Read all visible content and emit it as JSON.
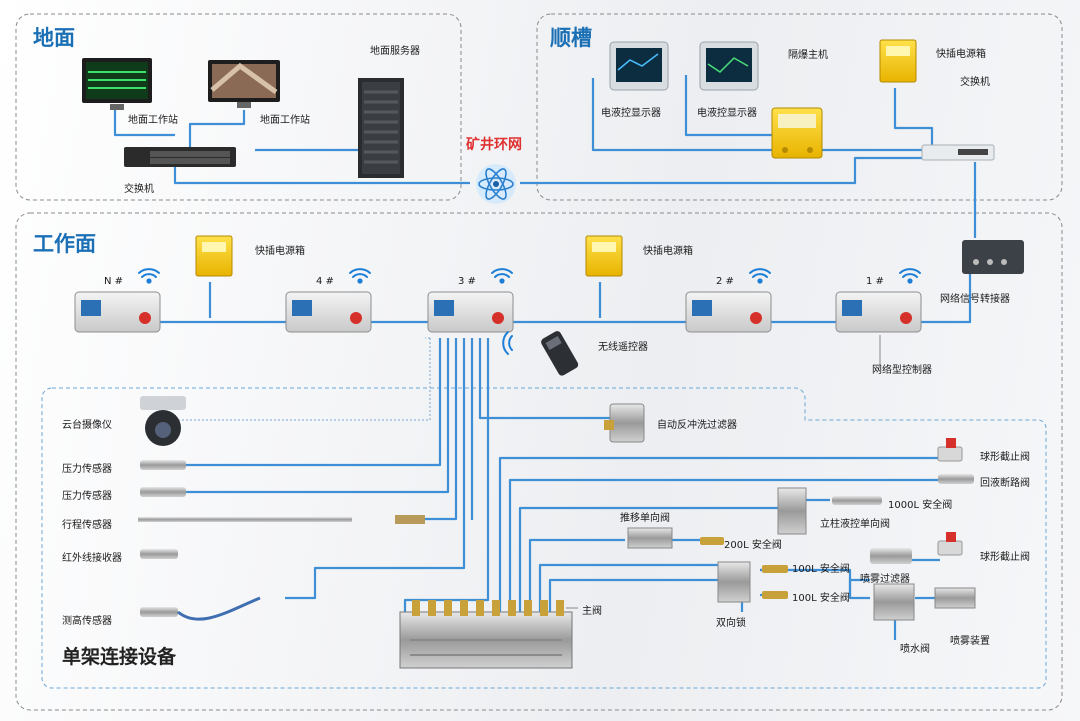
{
  "sections": {
    "ground": "地面",
    "trough": "顺槽",
    "face": "工作面",
    "single_support": "单架连接设备"
  },
  "ring_network": "矿井环网",
  "ground": {
    "workstation_1": "地面工作站",
    "workstation_2": "地面工作站",
    "switch": "交换机",
    "server": "地面服务器"
  },
  "trough": {
    "display_1": "电液控显示器",
    "display_2": "电液控显示器",
    "explosion_proof_host": "隔爆主机",
    "power_box": "快插电源箱",
    "switch": "交换机"
  },
  "face": {
    "power_box_1": "快插电源箱",
    "power_box_2": "快插电源箱",
    "controllers": [
      "N #",
      "4 #",
      "3 #",
      "2 #",
      "1 #"
    ],
    "remote": "无线遥控器",
    "signal_converter": "网络信号转接器",
    "network_controller": "网络型控制器"
  },
  "devices": {
    "ptz_camera": "云台摄像仪",
    "pressure_sensor_1": "压力传感器",
    "pressure_sensor_2": "压力传感器",
    "stroke_sensor": "行程传感器",
    "ir_receiver": "红外线接收器",
    "height_sensor": "测高传感器",
    "auto_backwash_filter": "自动反冲洗过滤器",
    "ball_valve_1": "球形截止阀",
    "return_cutoff_valve": "回液断路阀",
    "safety_valve_1000": "1000L 安全阀",
    "column_check_valve": "立柱液控单向阀",
    "push_check_valve": "推移单向阀",
    "safety_valve_200": "200L 安全阀",
    "safety_valve_100a": "100L 安全阀",
    "safety_valve_100b": "100L 安全阀",
    "spray_filter": "喷雾过滤器",
    "ball_valve_2": "球形截止阀",
    "main_valve": "主阀",
    "two_way_lock": "双向锁",
    "spray_valve": "喷水阀",
    "spray_device": "喷雾装置"
  }
}
